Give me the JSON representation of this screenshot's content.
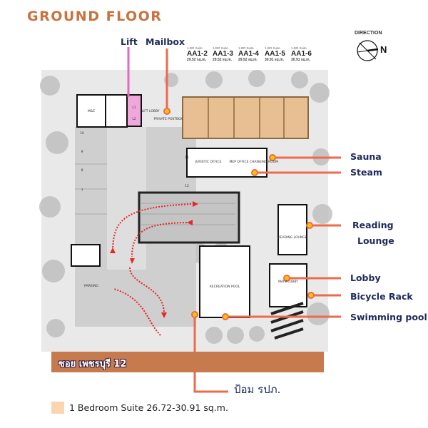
{
  "title": "GROUND FLOOR",
  "labels": {
    "lift": "Lift",
    "mailbox": "Mailbox",
    "sauna": "Sauna",
    "steam": "Steam",
    "reading_1": "Reading",
    "reading_2": "Lounge",
    "lobby": "Lobby",
    "bicycle": "Bicycle Rack",
    "pool": "Swimming pool",
    "guard": "ป้อม รปภ."
  },
  "suites": [
    {
      "type": "1-BR Suite",
      "code": "AA1-2",
      "area": "29.52 sq.m."
    },
    {
      "type": "1-BR Suite",
      "code": "AA1-3",
      "area": "29.52 sq.m."
    },
    {
      "type": "1-BR Suite",
      "code": "AA1-4",
      "area": "29.52 sq.m."
    },
    {
      "type": "1-BR Suite",
      "code": "AA1-5",
      "area": "30.91 sq.m."
    },
    {
      "type": "1-BR Suite",
      "code": "AA1-6",
      "area": "30.91 sq.m."
    }
  ],
  "direction": {
    "label": "DIRECTION",
    "north": "N"
  },
  "plan_text": {
    "me": "M&E",
    "lift_lobby": "LIFT LOBBY",
    "postbox": "PRIVATE POSTBOX",
    "l1": "L1",
    "l2": "L2",
    "juristic": "JURISTIC OFFICE",
    "mep": "MEP OFFICE",
    "changing": "CHANGING ROOM",
    "reading": "READING LOUNGE",
    "lobby": "MAIN LOBBY",
    "pool": "RECREATION POOL",
    "parking": "PARKING",
    "stall_10": "10",
    "stall_9": "9",
    "stall_8": "8",
    "stall_7": "7",
    "stall_11": "11",
    "stall_12": "12"
  },
  "road": "ซอย เพชรบุรี 12",
  "legend": {
    "label": "1 Bedroom Suite 26.72-30.91 sq.m.",
    "color": "#fbd5b0"
  },
  "colors": {
    "accent": "#c8733f",
    "callout": "#ee6a4a",
    "lift": "#e06cc0",
    "suite_fill": "#e8bf93",
    "road": "#c77a4e",
    "arrow": "#e8262a"
  }
}
